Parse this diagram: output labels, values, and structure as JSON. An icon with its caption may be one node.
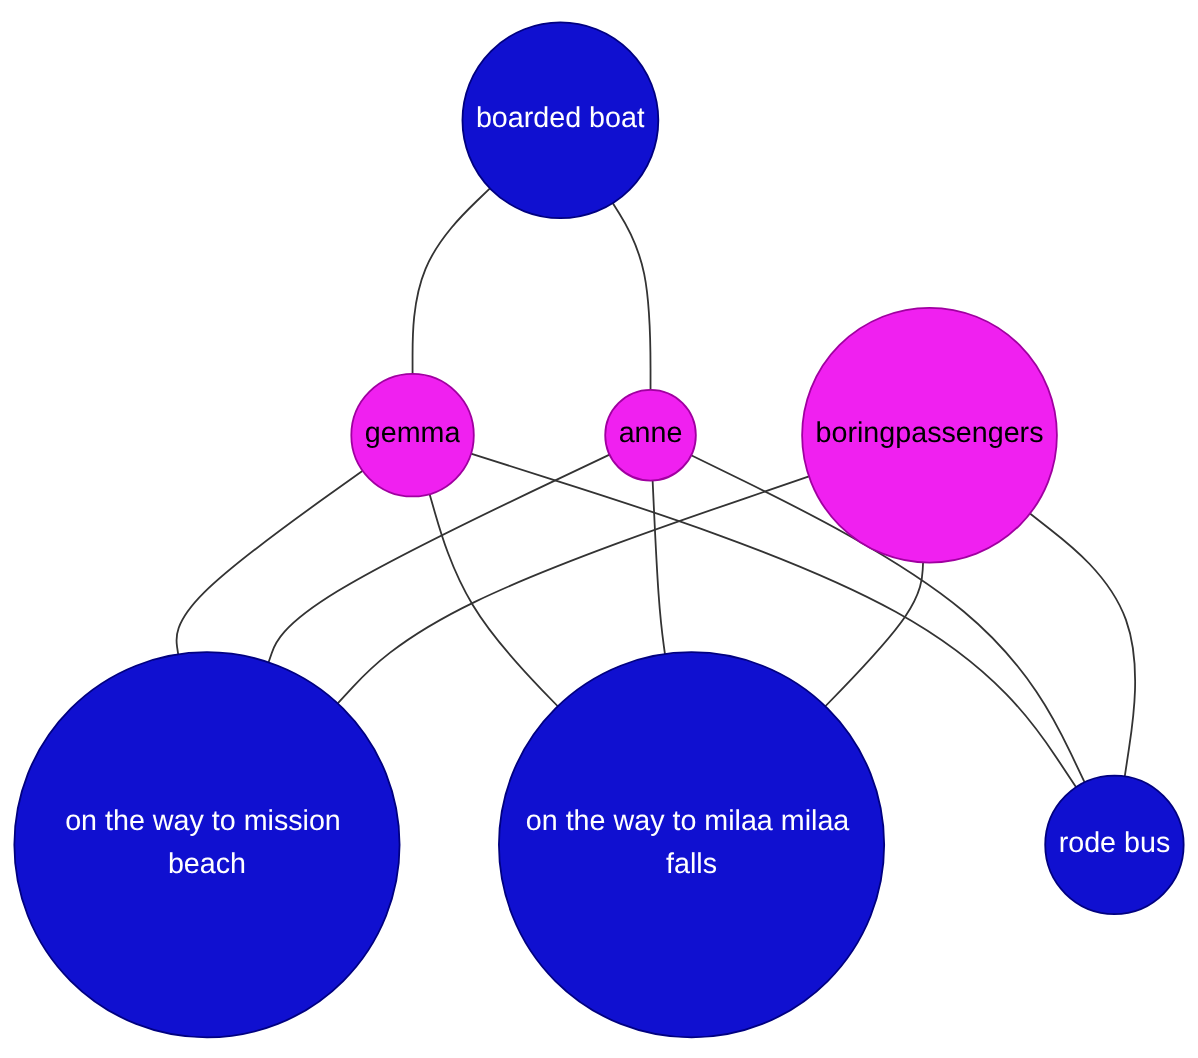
{
  "diagram": {
    "nodes": [
      {
        "text": [
          "boarded boat"
        ]
      },
      {
        "text": [
          "gemma"
        ]
      },
      {
        "text": [
          "anne"
        ]
      },
      {
        "text": [
          "on the way to mission beach"
        ]
      },
      {
        "text": [
          "on the way to milaa milaa falls"
        ]
      },
      {
        "text": [
          "rode bus"
        ]
      },
      {
        "text": [
          "boringpassengers"
        ]
      }
    ],
    "edges": [
      {
        "from": 0,
        "to": 1,
        "arrow": "none"
      },
      {
        "from": 0,
        "to": 2,
        "arrow": "none"
      },
      {
        "from": 1,
        "to": 3,
        "arrow": "none"
      },
      {
        "from": 1,
        "to": 4,
        "arrow": "none"
      },
      {
        "from": 1,
        "to": 5,
        "arrow": "none"
      },
      {
        "from": 2,
        "to": 3,
        "arrow": "none"
      },
      {
        "from": 2,
        "to": 4,
        "arrow": "none"
      },
      {
        "from": 2,
        "to": 5,
        "arrow": "none"
      },
      {
        "from": 6,
        "to": 3,
        "arrow": "none"
      },
      {
        "from": 6,
        "to": 4,
        "arrow": "none"
      },
      {
        "from": 6,
        "to": 5,
        "arrow": "none"
      }
    ]
  }
}
